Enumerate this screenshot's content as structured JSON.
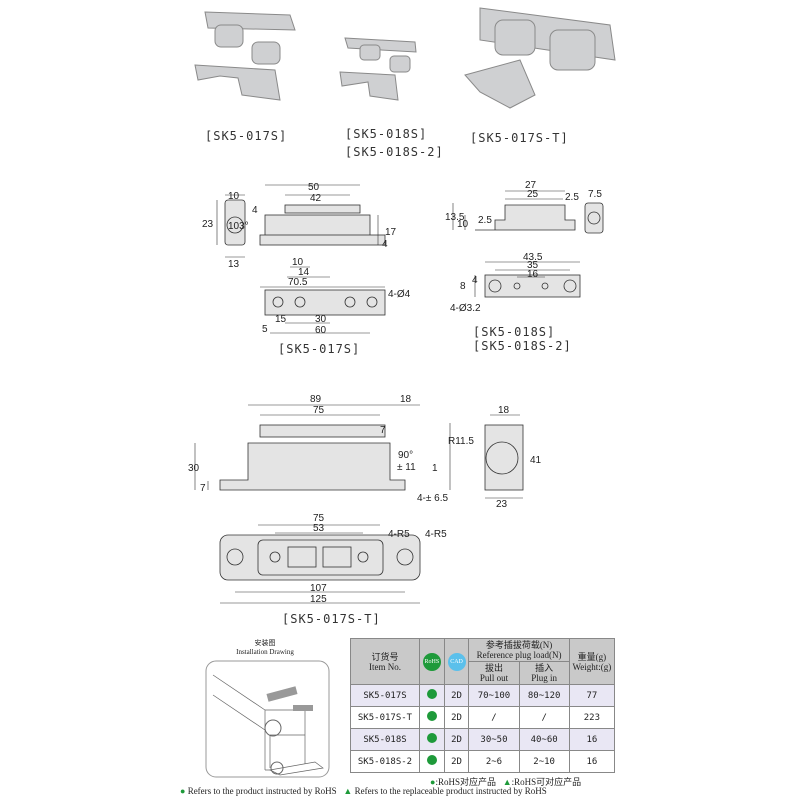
{
  "photos": {
    "sk5_017s": "[SK5-017S]",
    "sk5_018s": "[SK5-018S]",
    "sk5_018s_2": "[SK5-018S-2]",
    "sk5_017s_t": "[SK5-017S-T]"
  },
  "drawing_017s": {
    "caption": "[SK5-017S]",
    "dims": {
      "d10": "10",
      "d23": "23",
      "d13": "13",
      "d50": "50",
      "d42": "42",
      "d4a": "4",
      "d103": "103°",
      "d17": "17",
      "d4b": "4",
      "d10b": "10",
      "d14": "14",
      "d70_5": "70.5",
      "hole": "4-Ø4",
      "d15": "15",
      "d30": "30",
      "d5": "5",
      "d60": "60"
    }
  },
  "drawing_018s": {
    "caption1": "[SK5-018S]",
    "caption2": "[SK5-018S-2]",
    "dims": {
      "d27": "27",
      "d25": "25",
      "d2_5a": "2.5",
      "d7_5": "7.5",
      "d13_5": "13.5",
      "d10": "10",
      "d2_5b": "2.5",
      "d43_5": "43.5",
      "d35": "35",
      "d16": "16",
      "d8": "8",
      "d4": "4",
      "hole": "4-Ø3.2"
    }
  },
  "drawing_017st": {
    "caption": "[SK5-017S-T]",
    "dims": {
      "d89": "89",
      "d18a": "18",
      "d75a": "75",
      "d7a": "7",
      "d30": "30",
      "d7b": "7",
      "angle": "90°",
      "tol": "± 11",
      "d1": "1",
      "d6_5": "4-± 6.5",
      "d18b": "18",
      "r11_5": "R11.5",
      "d41": "41",
      "d23": "23",
      "d75b": "75",
      "d53": "53",
      "r5a": "4-R5",
      "r5b": "4-R5",
      "d107": "107",
      "d125": "125"
    }
  },
  "installation": {
    "title_cn": "安装图",
    "title_en": "Installation Drawing"
  },
  "table": {
    "headers": {
      "item_cn": "订货号",
      "item_en": "Item No.",
      "rohs": "RoHS",
      "cad": "CAD",
      "load_cn": "参考插拔荷载(N)",
      "load_en": "Reference plug load(N)",
      "pull_cn": "拔出",
      "pull_en": "Pull out",
      "plug_cn": "插入",
      "plug_en": "Plug in",
      "weight_cn": "重量(g)",
      "weight_en": "Weight:(g)"
    },
    "rows": [
      {
        "item": "SK5-017S",
        "cad": "2D",
        "pull": "70~100",
        "plug": "80~120",
        "weight": "77"
      },
      {
        "item": "SK5-017S-T",
        "cad": "2D",
        "pull": "/",
        "plug": "/",
        "weight": "223"
      },
      {
        "item": "SK5-018S",
        "cad": "2D",
        "pull": "30~50",
        "plug": "40~60",
        "weight": "16"
      },
      {
        "item": "SK5-018S-2",
        "cad": "2D",
        "pull": "2~6",
        "plug": "2~10",
        "weight": "16"
      }
    ]
  },
  "legend": {
    "rohs_cn": ":RoHS对应产品",
    "replace_cn": ":RoHS可对应产品",
    "rohs_en": "Refers to the product instructed by RoHS",
    "replace_en": "Refers to the replaceable product instructed by RoHS"
  },
  "colors": {
    "rohs_green": "#1e9a3a",
    "row_alt": "#e9e7f4",
    "header_gray": "#c9c9c9",
    "cad_blue": "#5bc0eb"
  }
}
